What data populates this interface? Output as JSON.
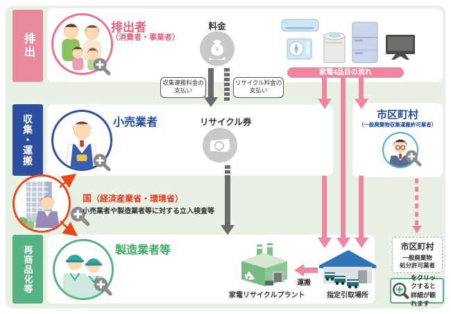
{
  "rows": {
    "discharge": {
      "label": "排出"
    },
    "collection": {
      "label": "収集・運搬"
    },
    "recycling": {
      "label": "再商品化等"
    }
  },
  "emitter": {
    "title": "排出者",
    "subtitle": "（消費者・事業者）"
  },
  "fee": {
    "label": "料金"
  },
  "appliance_flow": {
    "label": "家電4品目の流れ"
  },
  "payments": {
    "collection": {
      "line1": "収集運搬料金の",
      "line2": "支払い"
    },
    "recycle": {
      "line1": "リサイクル料金の",
      "line2": "支払い"
    }
  },
  "retailer": {
    "title": "小売業者"
  },
  "ticket": {
    "label": "リサイクル券"
  },
  "municipality_collection": {
    "title": "市区町村",
    "subtitle": "（一般廃棄物収集運搬許可業者）"
  },
  "government": {
    "name": "国",
    "agencies": "（経済産業省・環境省）",
    "description": "小売業者や製造業者等に対する立入検査等"
  },
  "manufacturer": {
    "title": "製造業者等"
  },
  "plant": {
    "label": "家電リサイクルプラント"
  },
  "transport": {
    "label": "運搬"
  },
  "pickup": {
    "label": "指定引取場所"
  },
  "municipality_disposal": {
    "title": "市区町村",
    "line1": "一般廃棄物",
    "line2": "処分許可業者"
  },
  "note": {
    "line1": "をクリックすると",
    "line2": "詳細が観れます"
  },
  "icons": [
    "zoom-plus-icon",
    "money-bag-icon",
    "recycle-ticket-icon",
    "air-conditioner-icon",
    "washing-machine-icon",
    "refrigerator-icon",
    "television-icon",
    "factory-icon",
    "warehouse-icon",
    "truck-icon"
  ],
  "colors": {
    "background": "#e9f1e5",
    "pink_label": "#e98b9f",
    "pink_arrow": "#ee86a0",
    "pink_text": "#e8607f",
    "blue_label": "#2d4f9e",
    "blue_text": "#1c4a9e",
    "green_label": "#55b282",
    "green_text": "#3cab67",
    "red_accent": "#e8481c",
    "gray_icon": "#c9c9c9",
    "gray_arrow": "#6a6a6a"
  }
}
